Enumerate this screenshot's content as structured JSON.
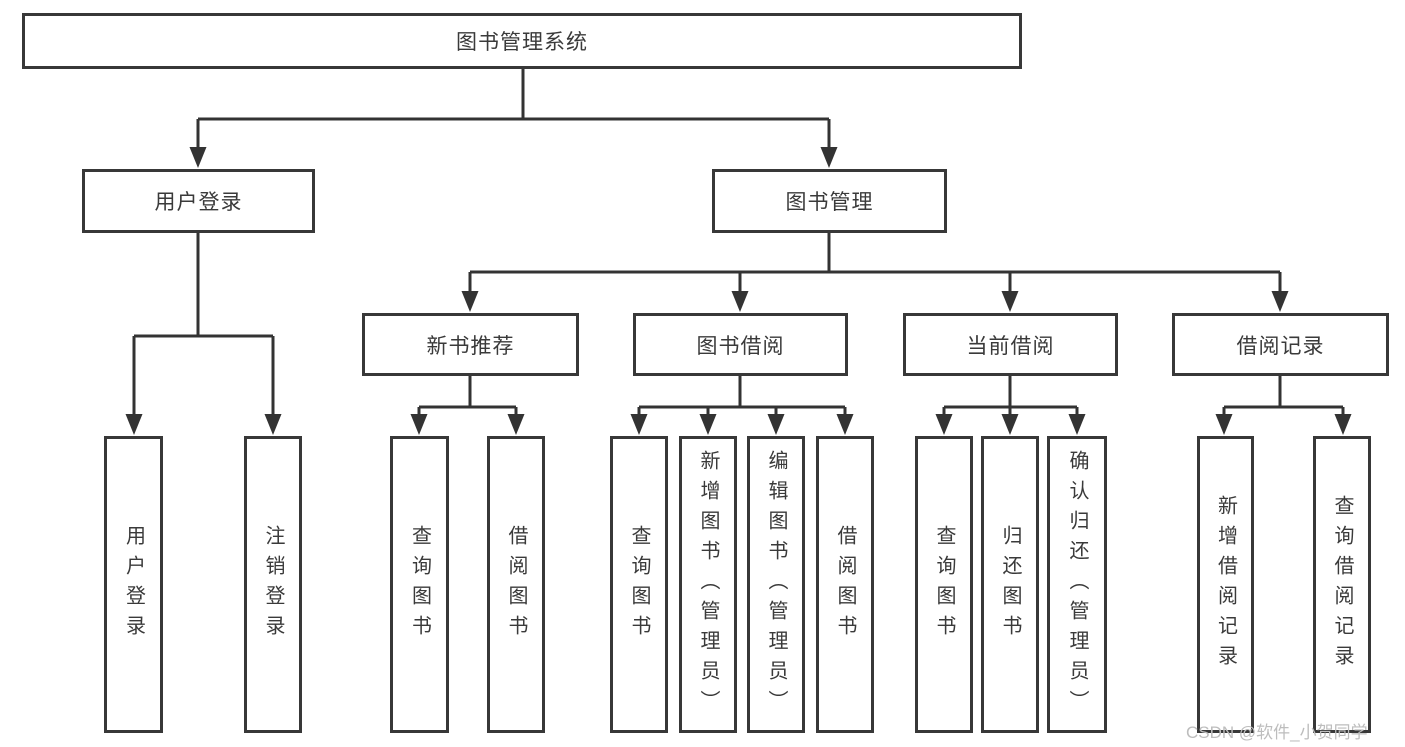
{
  "diagram": {
    "root": {
      "label": "图书管理系统"
    },
    "branches": [
      {
        "label": "用户登录",
        "children": [
          {
            "label": "用户登录"
          },
          {
            "label": "注销登录"
          }
        ]
      },
      {
        "label": "图书管理",
        "children": [
          {
            "label": "新书推荐",
            "children": [
              {
                "label": "查询图书"
              },
              {
                "label": "借阅图书"
              }
            ]
          },
          {
            "label": "图书借阅",
            "children": [
              {
                "label": "查询图书"
              },
              {
                "label": "新增图书（管理员）"
              },
              {
                "label": "编辑图书（管理员）"
              },
              {
                "label": "借阅图书"
              }
            ]
          },
          {
            "label": "当前借阅",
            "children": [
              {
                "label": "查询图书"
              },
              {
                "label": "归还图书"
              },
              {
                "label": "确认归还（管理员）"
              }
            ]
          },
          {
            "label": "借阅记录",
            "children": [
              {
                "label": "新增借阅记录"
              },
              {
                "label": "查询借阅记录"
              }
            ]
          }
        ]
      }
    ]
  },
  "watermark": {
    "text": "CSDN @软件_小贺同学"
  },
  "colors": {
    "line": "#333333",
    "box_border": "#383838",
    "text": "#3a3a3a",
    "watermark": "#bdbdbd",
    "background": "#ffffff"
  }
}
